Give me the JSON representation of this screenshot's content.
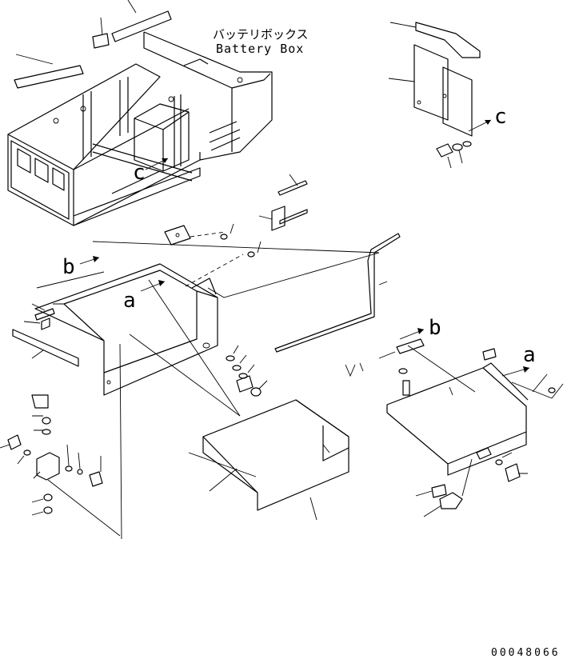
{
  "title": {
    "japanese": "バッテリボックス",
    "english": "Battery Box"
  },
  "callouts": {
    "a_left": "a",
    "a_right": "a",
    "b_left": "b",
    "b_right": "b",
    "c_frame": "c",
    "c_upper_right": "c"
  },
  "drawing_code": "00048066"
}
